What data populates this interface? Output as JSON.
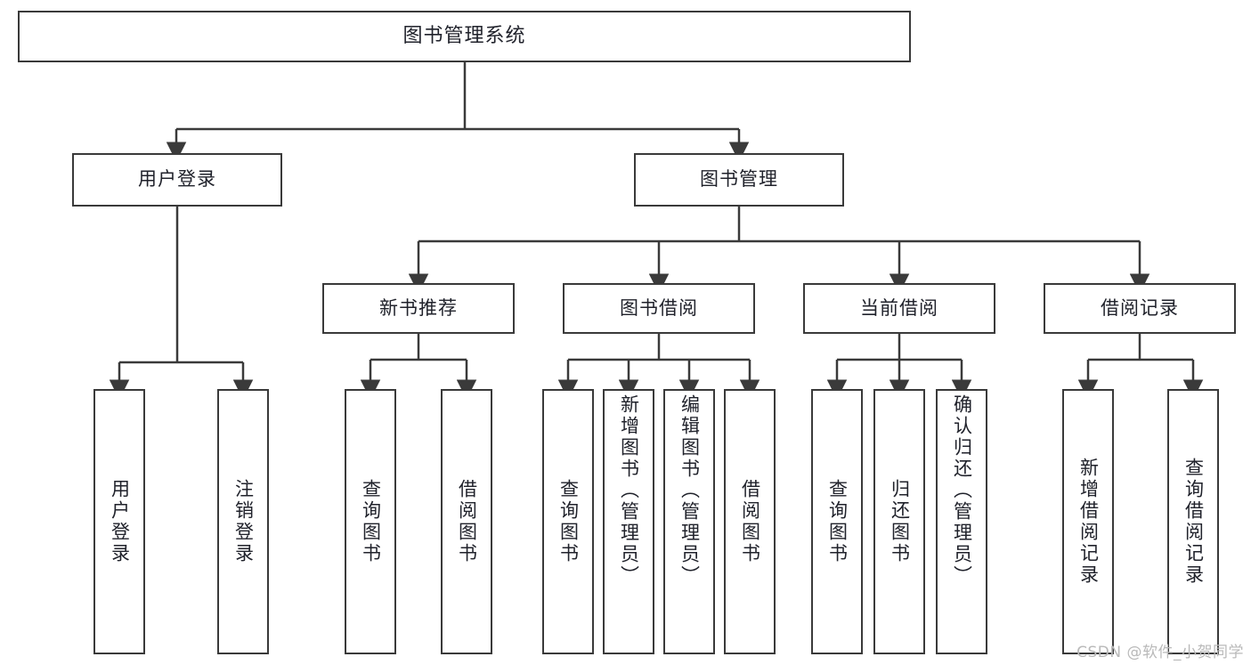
{
  "diagram": {
    "title_text": "图书管理系统",
    "watermark": "CSDN @软件_小贺同学",
    "stroke_color": "#3a3a3a",
    "text_color": "#20222b",
    "background_color": "#ffffff",
    "levels": {
      "level1": [
        {
          "id": "root",
          "label": "图书管理系统"
        }
      ],
      "level2": [
        {
          "id": "user-login",
          "label": "用户登录"
        },
        {
          "id": "book-management",
          "label": "图书管理"
        }
      ],
      "level3": [
        {
          "id": "new-book-recommend",
          "label": "新书推荐"
        },
        {
          "id": "book-borrow",
          "label": "图书借阅"
        },
        {
          "id": "current-borrow",
          "label": "当前借阅"
        },
        {
          "id": "borrow-record",
          "label": "借阅记录"
        }
      ],
      "level4": [
        {
          "id": "leaf-user-login",
          "label": "用户登录",
          "parent": "user-login"
        },
        {
          "id": "leaf-logout-login",
          "label": "注销登录",
          "parent": "user-login"
        },
        {
          "id": "leaf-query-book-1",
          "label": "查询图书",
          "parent": "new-book-recommend"
        },
        {
          "id": "leaf-borrow-book-1",
          "label": "借阅图书",
          "parent": "new-book-recommend"
        },
        {
          "id": "leaf-query-book-2",
          "label": "查询图书",
          "parent": "book-borrow"
        },
        {
          "id": "leaf-add-book",
          "label": "新增图书（管理员）",
          "parent": "book-borrow"
        },
        {
          "id": "leaf-edit-book",
          "label": "编辑图书（管理员）",
          "parent": "book-borrow"
        },
        {
          "id": "leaf-borrow-book-2",
          "label": "借阅图书",
          "parent": "book-borrow"
        },
        {
          "id": "leaf-query-book-3",
          "label": "查询图书",
          "parent": "current-borrow"
        },
        {
          "id": "leaf-return-book",
          "label": "归还图书",
          "parent": "current-borrow"
        },
        {
          "id": "leaf-confirm-return",
          "label": "确认归还（管理员）",
          "parent": "current-borrow"
        },
        {
          "id": "leaf-add-record",
          "label": "新增借阅记录",
          "parent": "borrow-record"
        },
        {
          "id": "leaf-query-record",
          "label": "查询借阅记录",
          "parent": "borrow-record"
        }
      ]
    }
  }
}
